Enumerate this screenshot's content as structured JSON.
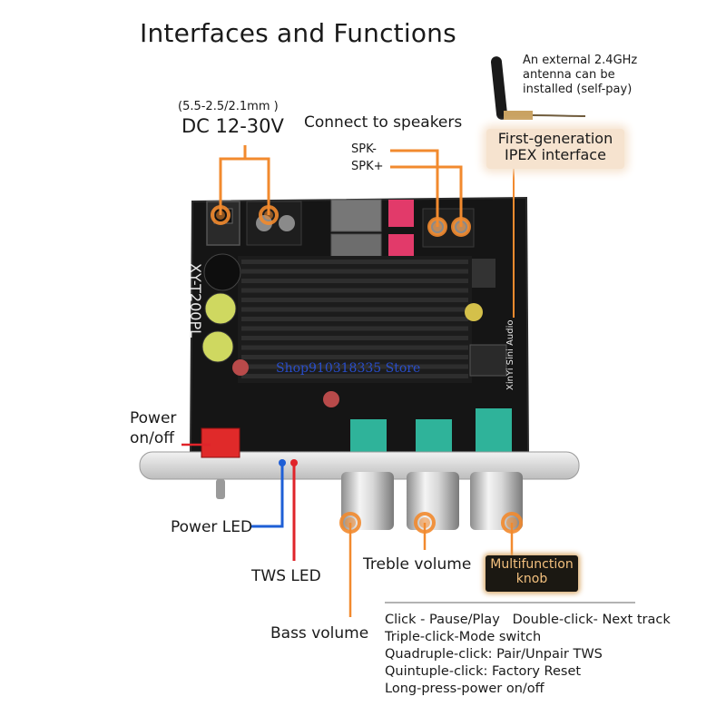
{
  "title": "Interfaces and Functions",
  "dc": {
    "spec": "(5.5-2.5/2.1mm )",
    "voltage": "DC 12-30V"
  },
  "speakers": {
    "heading": "Connect to speakers",
    "neg": "SPK-",
    "pos": "SPK+"
  },
  "antenna": {
    "line1": "An external 2.4GHz",
    "line2": "antenna can be",
    "line3": "installed (self-pay)"
  },
  "ipex": {
    "line1": "First-generation",
    "line2": "IPEX interface"
  },
  "power": {
    "line1": "Power",
    "line2": "on/off"
  },
  "power_led": "Power LED",
  "tws_led": "TWS LED",
  "bass": "Bass volume",
  "treble": "Treble volume",
  "multi": {
    "line1": "Multifunction",
    "line2": "knob"
  },
  "functions": [
    "Click - Pause/Play   Double-click- Next track",
    "Triple-click-Mode switch",
    "Quadruple-click: Pair/Unpair TWS",
    "Quintuple-click: Factory Reset",
    "Long-press-power on/off"
  ],
  "board": {
    "model": "XY-T200PL",
    "brand": "XinYi Sini Audio",
    "watermark": "Shop910318335 Store"
  },
  "colors": {
    "accent_orange": "#f28a2e",
    "led_blue": "#1e5fd6",
    "led_red": "#e0242a",
    "board": "#141414"
  }
}
